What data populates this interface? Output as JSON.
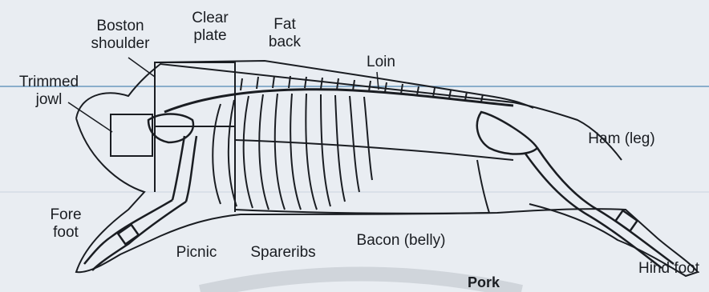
{
  "diagram": {
    "title": "Pork",
    "cuts": {
      "boston_shoulder": "Boston\nshoulder",
      "clear_plate": "Clear\nplate",
      "fat_back": "Fat\nback",
      "loin": "Loin",
      "trimmed_jowl": "Trimmed\njowl",
      "ham_leg": "Ham (leg)",
      "fore_foot": "Fore\nfoot",
      "picnic": "Picnic",
      "spareribs": "Spareribs",
      "bacon_belly": "Bacon (belly)",
      "hind_foot": "Hind foot"
    }
  },
  "colors": {
    "background": "#e9edf2",
    "ink": "#1a1d22",
    "accent_line": "#5b8fb0",
    "faded_watermark": "#c9ced4"
  }
}
